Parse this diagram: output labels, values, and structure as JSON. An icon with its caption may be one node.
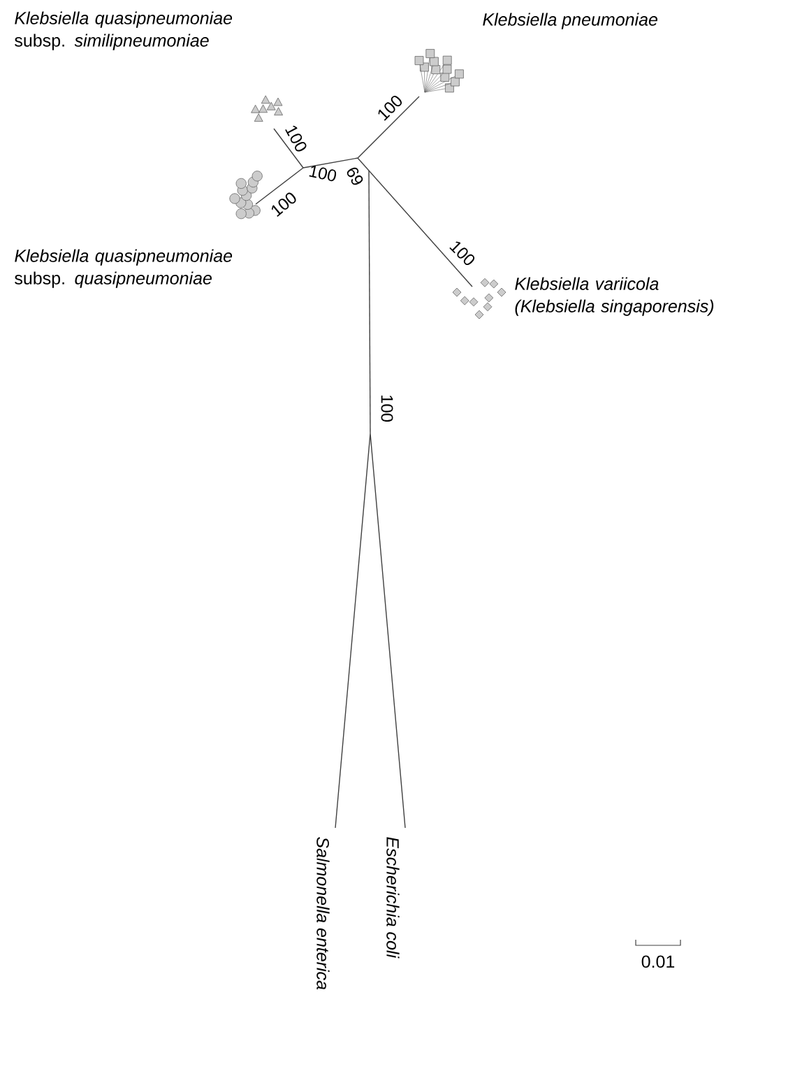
{
  "diagram": {
    "labels": [
      "*Klebsiella quasipneumoniae* subsp. *similipneumoniae*",
      "Klebsiella pneumoniae",
      "100",
      "100",
      "100",
      "69",
      "100",
      "*Klebsiella quasipneumoniae* subsp. *quasipneumoniae*",
      "100",
      "Klebsiella variicola (Klebsiella singaporensis)",
      "100",
      "Salmonella enterica",
      "Escherichia coli",
      "0.01"
    ]
  }
}
